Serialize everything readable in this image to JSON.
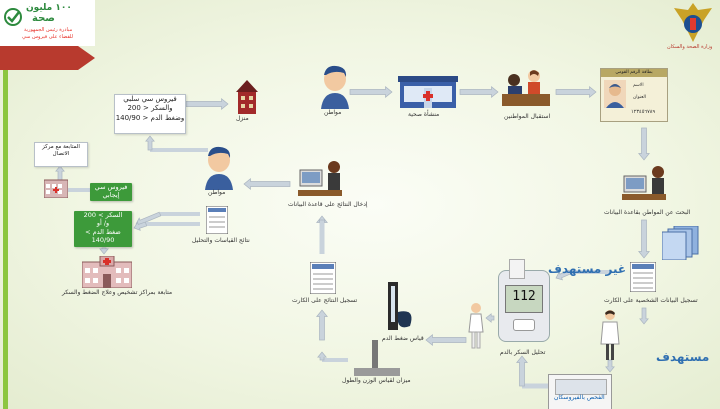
{
  "logo": {
    "number_text": "١٠٠ مليون",
    "health_text": "صحة",
    "subtitle_line1": "مبادرة رئيس الجمهورية",
    "subtitle_line2": "للقضاء على فيروس سي",
    "brand_color": "#2d8a3e",
    "accent_color": "#e8342b"
  },
  "ministry": {
    "name": "وزارة الصحة والسكان"
  },
  "nodes": {
    "citizen_top": "مواطن",
    "health_facility": "منشأة صحية",
    "reception": "استقبال المواطنين",
    "database_search": "البحث عن المواطن بقاعدة البيانات",
    "not_targeted": "غير مستهدف",
    "record_data": "تسجيل البيانات الشخصية على الكارت",
    "targeted": "مستهدف",
    "sugar_test": "تحليل السكر بالدم",
    "weight_height": "ميزان لقياس الوزن والطول",
    "blood_pressure": "قياس ضغط الدم",
    "record_results": "تسجيل النتائج على الكارت",
    "data_entry": "إدخال النتائج على قاعدة البيانات",
    "results_analysis": "نتائج القياسات والتحليل",
    "citizen_mid": "مواطن",
    "home": "منزل",
    "referral": "متابعة بمراكز تشخيص وعلاج الضغط والسكر",
    "fibroscan": "الفحص بالفيروسكان",
    "follow_center": "المتابعة مع مركز الاتصال"
  },
  "result_boxes": {
    "negative": {
      "line1": "فيروس سي سلبي",
      "line2": "والسكر < 200",
      "line3": "وضغط الدم < 140/90"
    },
    "positive_virus": {
      "line1": "فيروس سي",
      "line2": "إيجابي"
    },
    "high_values": {
      "line1": "السكر > 200",
      "line2": "و/ أو",
      "line3": "ضغط الدم > 140/90"
    }
  },
  "card": {
    "title": "بطاقة الرقم القومي",
    "field1": "الاسم",
    "field2": "العنوان",
    "id_number": "١٢٣٤٥٦٧٨٩"
  },
  "meter": {
    "reading": "112"
  },
  "colors": {
    "arrow": "#c9d3dc",
    "arrow_stroke": "#aab5c0",
    "green_bar": "#8cc63f",
    "red_triangle": "#c0392b"
  }
}
